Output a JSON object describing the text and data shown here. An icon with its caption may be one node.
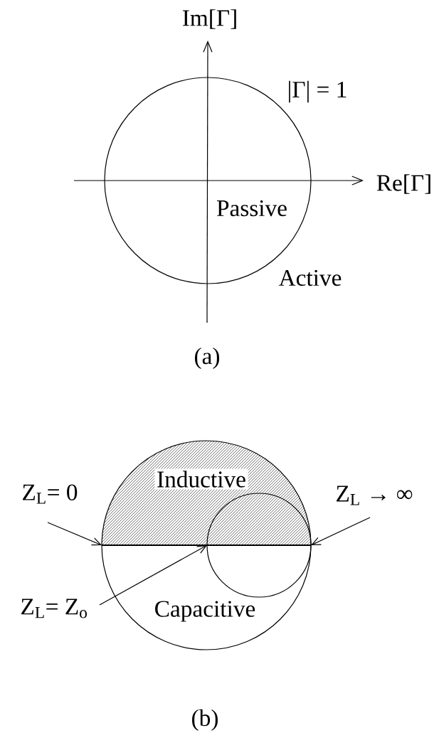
{
  "diagram": {
    "nodes": [
      {
        "text": [
          "Z$_{L}$= 0"
        ]
      },
      {
        "text": [
          "Z$_{L}$ → ∞"
        ]
      },
      {
        "text": [
          "Z$_{L}$= Z$_{o}$"
        ]
      },
      {
        "text": [],
        "shape": "circle"
      },
      {
        "text": [],
        "shape": "circle",
        "in": 3
      }
    ],
    "edges": [
      {
        "from": 0,
        "to": 3,
        "arrow": "to"
      },
      {
        "from": 1,
        "to": 4,
        "arrow": "to"
      },
      {
        "from": 2,
        "to": 4,
        "arrow": "to"
      }
    ],
    "labels": [
      "Im[Γ]",
      "|Γ| = 1",
      "Re[Γ]",
      "Passive",
      "Active",
      "(a)",
      "Inductive",
      "Capacitive",
      "(b)"
    ]
  }
}
